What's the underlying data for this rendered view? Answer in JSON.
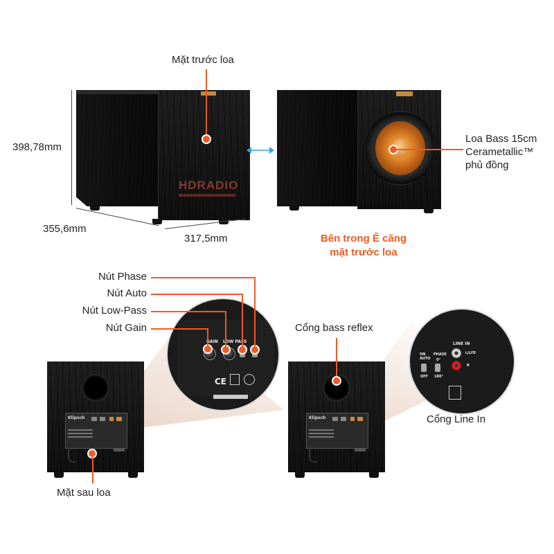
{
  "labels": {
    "front_face": "Mặt trước loa",
    "height_dim": "398,78mm",
    "depth_dim": "355,6mm",
    "width_dim": "317,5mm",
    "woofer": [
      "Loa Bass 15cm",
      "Cerametallic™",
      "phủ đồng"
    ],
    "grille_note": [
      "Bên trong Ê căng",
      "mặt trước loa"
    ],
    "phase": "Nút Phase",
    "auto": "Nút Auto",
    "lowpass": "Nút Low-Pass",
    "gain": "Nút Gain",
    "bass_reflex": "Cổng bass reflex",
    "line_in": "Cổng Line In",
    "rear_face": "Mặt sau loa"
  },
  "watermark": {
    "brand": "HDRADIO"
  },
  "panel_text": {
    "gain": "GAIN",
    "low_pass": "LOW PASS",
    "on_auto": "ON AUTO",
    "off": "OFF",
    "phase": "PHASE",
    "phase_0": "0°",
    "phase_180": "180°",
    "line_in": "LINE IN",
    "lfe": "L/LFE",
    "r": "R",
    "brand": "Klipsch"
  },
  "colors": {
    "accent": "#f15a22",
    "arrow": "#29a8e0",
    "cabinet": "#111111"
  }
}
